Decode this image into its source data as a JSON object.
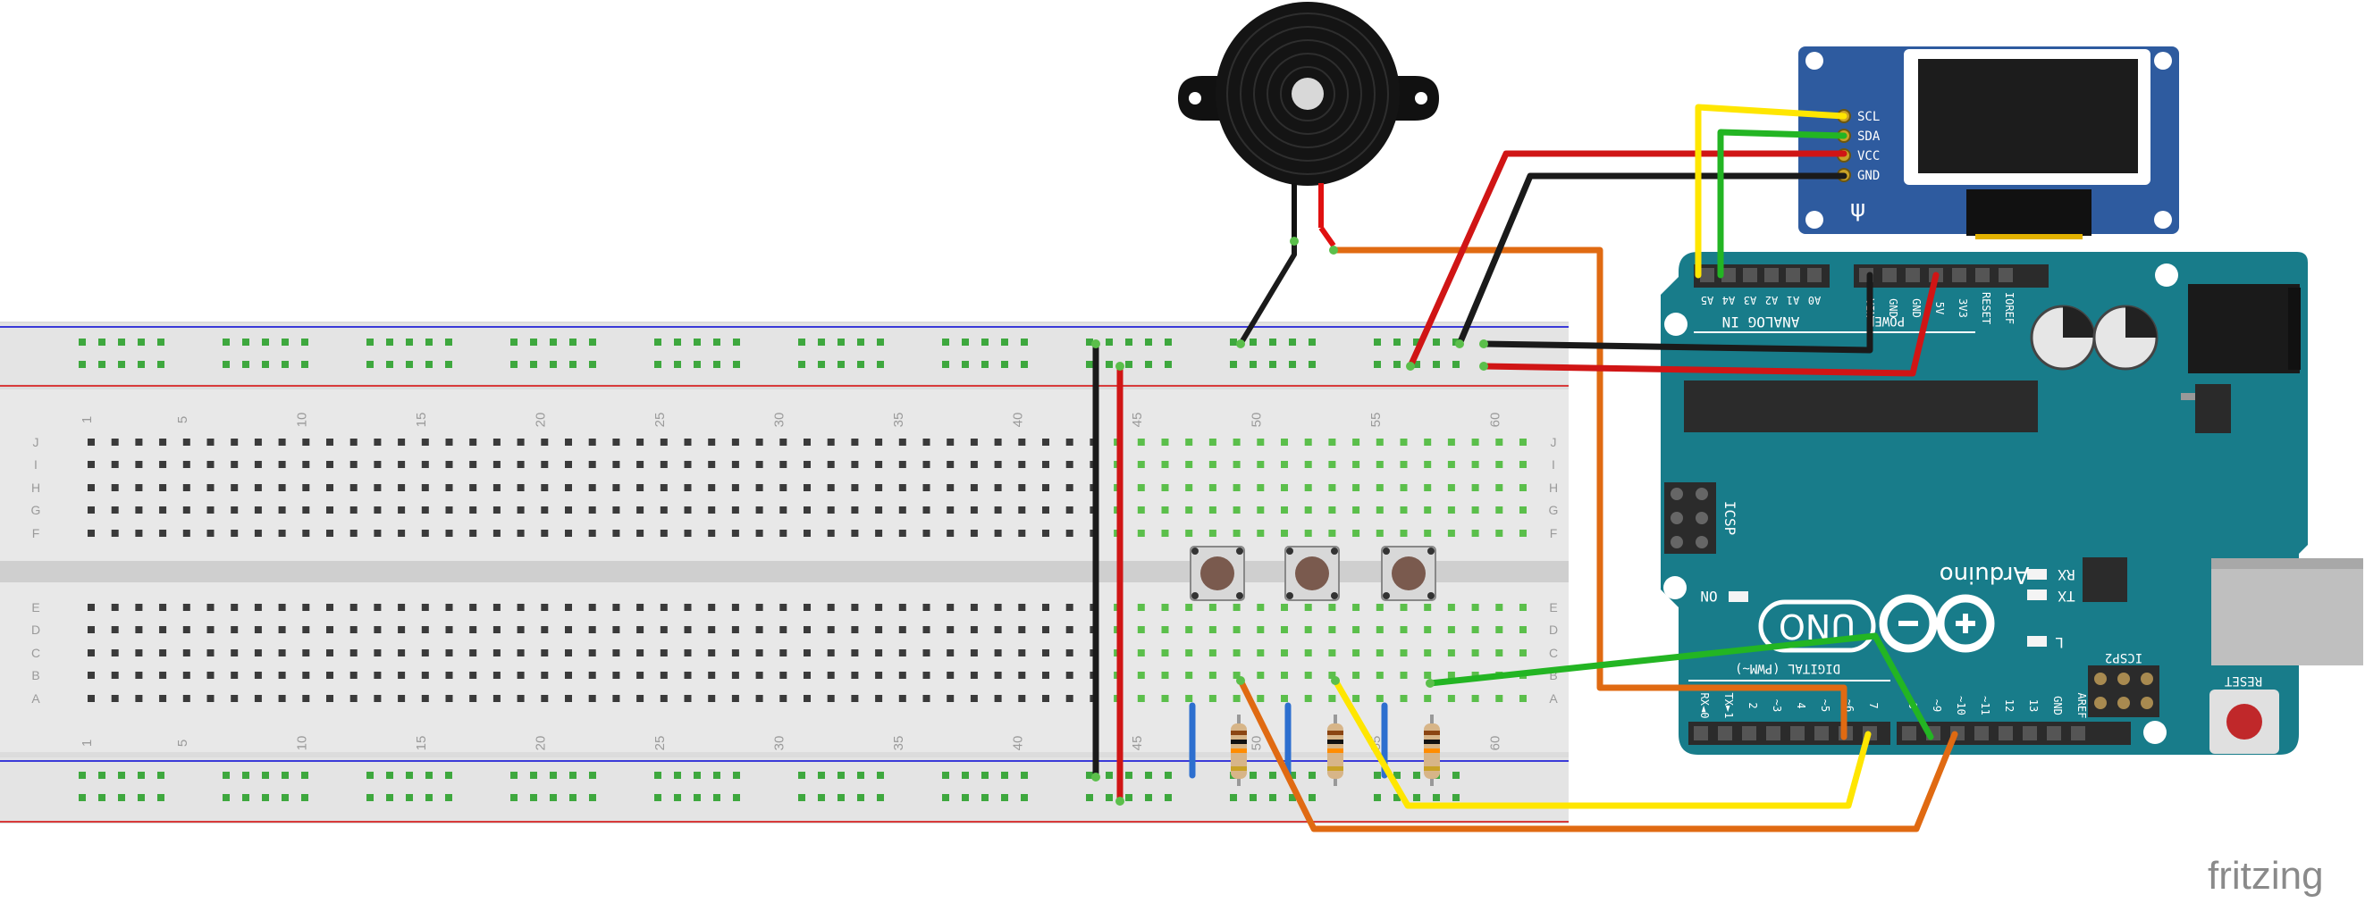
{
  "watermark": "fritzing",
  "breadboard": {
    "column_numbers": [
      "1",
      "5",
      "10",
      "15",
      "20",
      "25",
      "30",
      "35",
      "40",
      "45",
      "50",
      "55",
      "60"
    ],
    "row_letters_top": [
      "J",
      "I",
      "H",
      "G",
      "F"
    ],
    "row_letters_bottom": [
      "E",
      "D",
      "C",
      "B",
      "A"
    ]
  },
  "oled": {
    "pins": [
      "SCL",
      "SDA",
      "VCC",
      "GND"
    ]
  },
  "arduino": {
    "brand": "Arduino",
    "model": "UNO",
    "analog_header_label": "ANALOG IN",
    "analog_pins": [
      "A5",
      "A4",
      "A3",
      "A2",
      "A1",
      "A0"
    ],
    "power_header_label": "POWER",
    "power_pins": [
      "VIN",
      "GND",
      "GND",
      "5V",
      "3V3",
      "RESET",
      "IOREF"
    ],
    "digital_label": "DIGITAL (PWM~)",
    "digital_pins": [
      "RX◄0",
      "TX►1",
      "2",
      "~3",
      "4",
      "~5",
      "~6",
      "7",
      "8",
      "~9",
      "~10",
      "~11",
      "12",
      "13",
      "GND",
      "AREF"
    ],
    "icsp_label": "ICSP",
    "icsp2_label": "ICSP2",
    "on_label": "ON",
    "rx_label": "RX",
    "tx_label": "TX",
    "l_label": "L",
    "reset_label": "RESET"
  }
}
